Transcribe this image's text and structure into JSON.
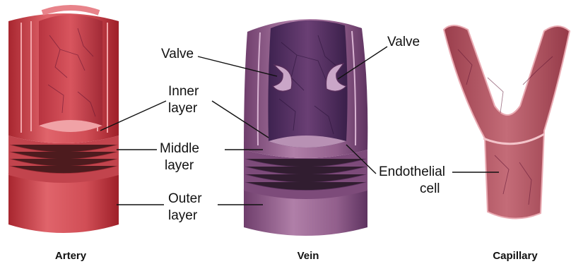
{
  "labels": {
    "valve_left": "Valve",
    "valve_right": "Valve",
    "inner_line1": "Inner",
    "inner_line2": "layer",
    "middle_line1": "Middle",
    "middle_line2": "layer",
    "outer_line1": "Outer",
    "outer_line2": "layer",
    "endo_line1": "Endothelial",
    "endo_line2": "cell"
  },
  "captions": {
    "artery": "Artery",
    "vein": "Vein",
    "capillary": "Capillary"
  },
  "colors": {
    "artery_outer": "#c9424a",
    "artery_light": "#e8838a",
    "vein_outer": "#8e5a86",
    "vein_dark": "#4a2a5e",
    "capillary": "#b95a66"
  }
}
